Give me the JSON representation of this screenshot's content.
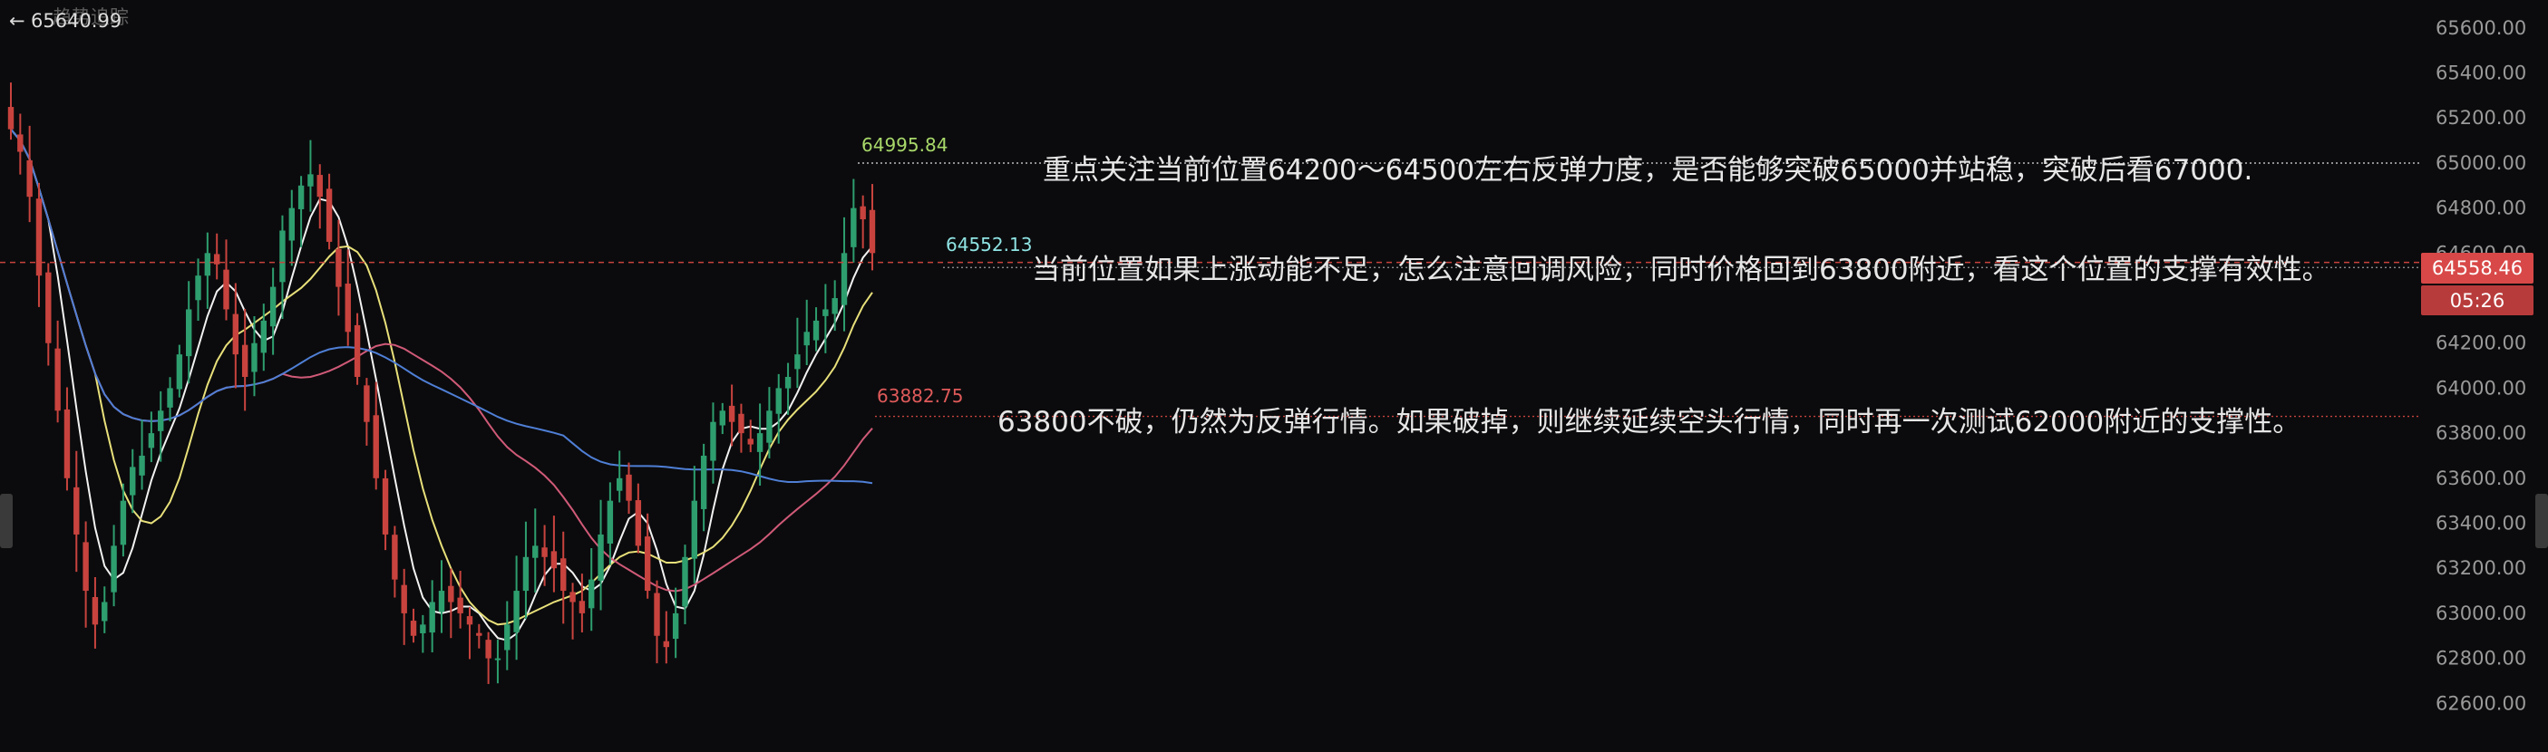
{
  "header": {
    "back_arrow": "←",
    "price": "65640.99",
    "faded_title": "趋势追踪"
  },
  "annotations": [
    {
      "text": "重点关注当前位置64200～64500左右反弹力度，是否能够突破65000并站稳，突破后看67000.",
      "level": 65000
    },
    {
      "text": "当前位置如果上涨动能不足，怎么注意回调风险，同时价格回到63800附近，看这个位置的支撑有效性。",
      "level": 64558.46
    },
    {
      "text": "63800不破，仍然为反弹行情。如果破掉，则继续延续空头行情，同时再一次测试62000附近的支撑性。",
      "level": 63882.75
    }
  ],
  "price_label": {
    "value": "64558.46",
    "timer": "05:26"
  },
  "colors": {
    "background": "#0b0b0d",
    "up": "#2e9e6f",
    "down": "#c8433e",
    "ma_white": "#f2f2f2",
    "ma_yellow": "#e8e07a",
    "ma_pink": "#d05a78",
    "ma_blue": "#4f7fd6",
    "current_price_bg": "#d84848",
    "label_high": "#a8d86a",
    "label_mid": "#8fe3e3",
    "label_low": "#e05a5a"
  },
  "chart_data": {
    "type": "candlestick",
    "ylim": [
      62400,
      65700
    ],
    "y_ticks": [
      "65600.00",
      "65400.00",
      "65200.00",
      "65000.00",
      "64800.00",
      "64600.00",
      "64200.00",
      "64000.00",
      "63800.00",
      "63600.00",
      "63400.00",
      "63200.00",
      "63000.00",
      "62800.00",
      "62600.00"
    ],
    "y_tick_values": [
      65600,
      65400,
      65200,
      65000,
      64800,
      64600,
      64200,
      64000,
      63800,
      63600,
      63400,
      63200,
      63000,
      62800,
      62600
    ],
    "value_labels": [
      {
        "text": "64995.84",
        "value": 64995.84,
        "color_key": "label_high"
      },
      {
        "text": "64552.13",
        "value": 64552.13,
        "color_key": "label_mid"
      },
      {
        "text": "63882.75",
        "value": 63882.75,
        "color_key": "label_low"
      }
    ],
    "close": [
      65150,
      65050,
      64850,
      64500,
      64200,
      63900,
      63600,
      63350,
      63100,
      62950,
      63050,
      63300,
      63500,
      63650,
      63700,
      63800,
      63900,
      64000,
      64150,
      64350,
      64500,
      64600,
      64550,
      64350,
      64150,
      64050,
      64200,
      64300,
      64450,
      64700,
      64800,
      64900,
      64950,
      64850,
      64650,
      64450,
      64250,
      64050,
      63850,
      63600,
      63350,
      63150,
      63000,
      62900,
      62950,
      63050,
      63100,
      63050,
      63000,
      62950,
      62900,
      62800,
      62800,
      62950,
      63100,
      63250,
      63300,
      63250,
      63200,
      63100,
      63050,
      63000,
      63150,
      63350,
      63500,
      63600,
      63500,
      63300,
      63100,
      62900,
      62850,
      63000,
      63250,
      63500,
      63700,
      63850,
      63900,
      63850,
      63800,
      63750,
      63800,
      63900,
      64000,
      64050,
      64150,
      64250,
      64300,
      64350,
      64400,
      64600,
      64800,
      64750,
      64600
    ],
    "ma_periods": [
      5,
      10,
      30,
      60
    ]
  }
}
